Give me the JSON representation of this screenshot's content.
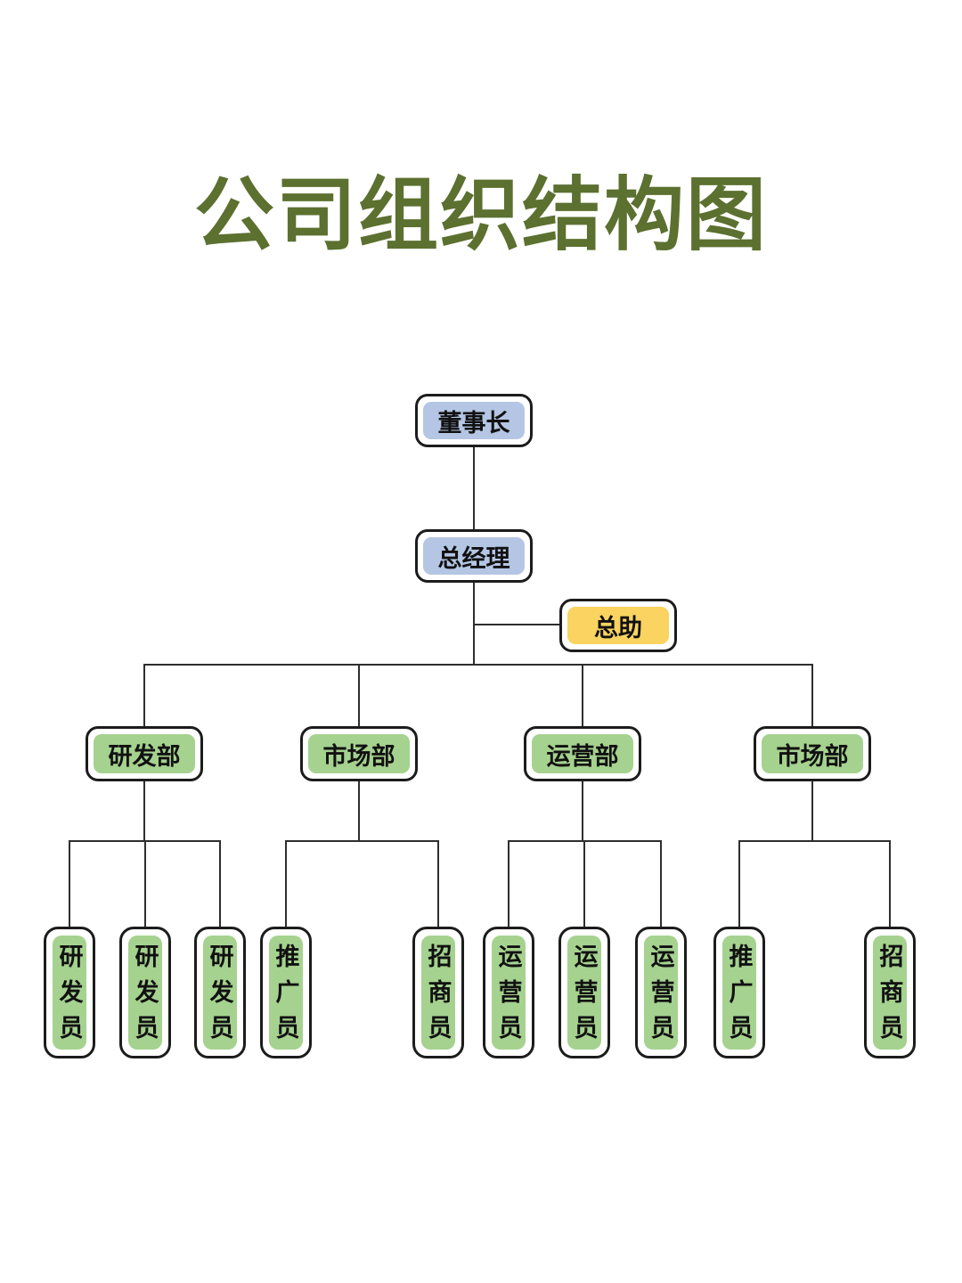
{
  "title": "公司组织结构图",
  "colors": {
    "title_text": "#5c7030",
    "executive_fill": "#b4c6e4",
    "assistant_fill": "#fad360",
    "department_fill": "#a5d28f",
    "box_border": "#1c1c1c",
    "connector_line": "#2e2e2e",
    "background": "#ffffff"
  },
  "org": {
    "chairman": "董事长",
    "general_manager": "总经理",
    "assistant": "总助",
    "departments": [
      {
        "label": "研发部",
        "children": [
          "研发员",
          "研发员",
          "研发员"
        ]
      },
      {
        "label": "市场部",
        "children": [
          "推广员",
          "招商员"
        ]
      },
      {
        "label": "运营部",
        "children": [
          "运营员",
          "运营员",
          "运营员"
        ]
      },
      {
        "label": "市场部",
        "children": [
          "推广员",
          "招商员"
        ]
      }
    ]
  }
}
